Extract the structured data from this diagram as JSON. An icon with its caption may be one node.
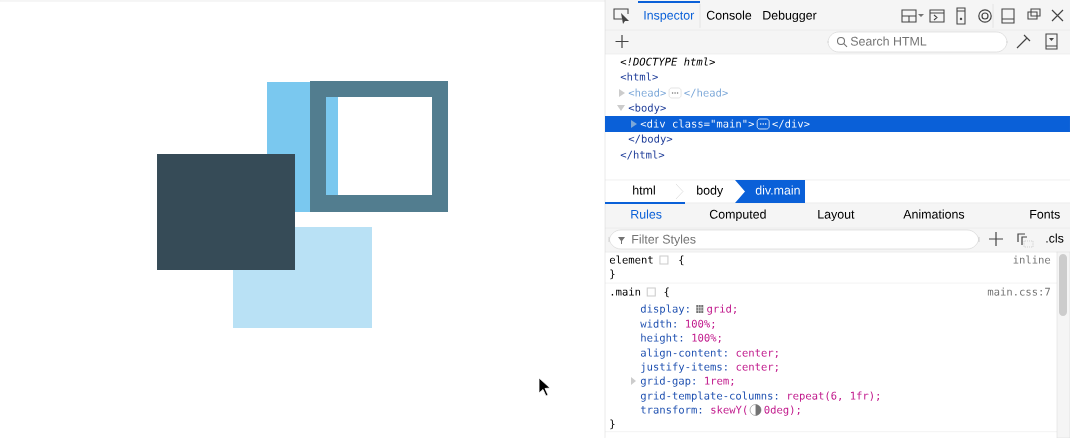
{
  "diagram": {
    "labels": [
      "Inspector",
      "Console",
      "Debugger",
      "Search HTML",
      "<!DOCTYPE html>",
      "<html>",
      "<head>",
      "</head>",
      "<body>",
      "<div class=\"main\">",
      "</div>",
      "</body>",
      "</html>",
      "html",
      "body",
      "div.main",
      "Rules",
      "Computed",
      "Layout",
      "Animations",
      "Fonts",
      "Filter Styles",
      ".cls",
      "element",
      "{",
      "inline",
      "}",
      ".main",
      "{",
      "main.css:7",
      "display:",
      "grid;",
      "width:",
      "100%;",
      "height:",
      "100%;",
      "align-content:",
      "center;",
      "justify-items:",
      "center;",
      "grid-gap:",
      "1rem;",
      "grid-template-columns:",
      "repeat(6, 1fr);",
      "transform:",
      "skewY(",
      "0deg);",
      "}"
    ]
  }
}
